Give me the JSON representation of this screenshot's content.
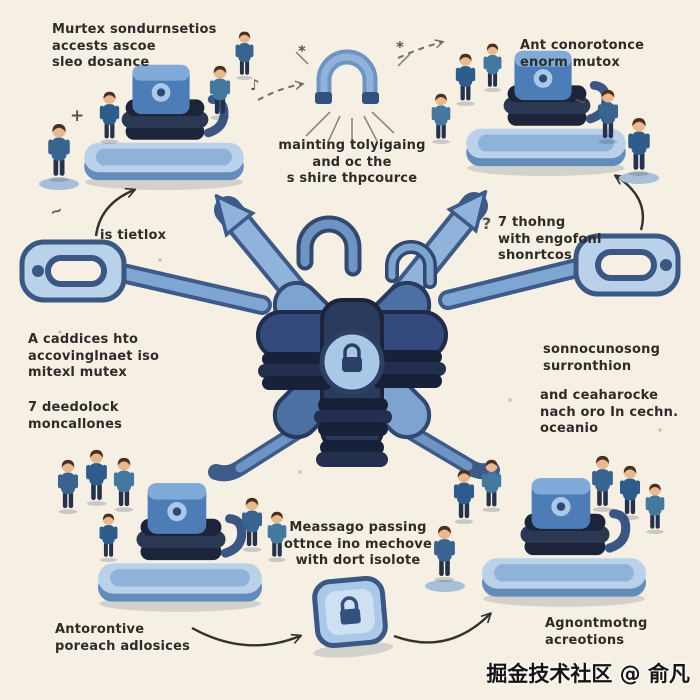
{
  "scene": {
    "description": "Cartoon isometric illustration of mutex / concurrency concepts with a central interlocked knot, four corner lock platforms and groups of people",
    "background": "#f5f0e3"
  },
  "labels": {
    "top_left": "Murtex sondurnsetios\naccests ascoe\nsleo dosance",
    "top_right": "Ant conorotonce\nenorm mutox",
    "center_top": "mainting tolyigaing\nand oc the\ns shire thpcource",
    "left_mid": "is tietlox",
    "right_mid": "7 thohng\nwith engofonl\nshonrtcos",
    "left_a": "A caddices hto\naccovinglnaet iso\nmitexl mutex",
    "left_b": "7 deedolock\nmoncallones",
    "right_a": "sonnocunosong\nsurronthion",
    "right_b": "and ceaharocke\nnach oro In cechn.\noceanio",
    "bottom_center": "Meassago passing\nottnce ino mechove\nwith dort isolote",
    "bottom_left": "Antorontive\nporeach adlosices",
    "bottom_right": "Agnontmotng\nacreotions"
  },
  "watermark": "掘金技术社区 @ 俞凡",
  "doodles": {
    "plus": "+",
    "question": "?",
    "note": "♪",
    "star": "*",
    "tilde": "~"
  },
  "colors": {
    "background": "#f5f0e3",
    "blue_light": "#bad1ea",
    "blue_mid": "#5d8fc6",
    "blue_steel": "#7fa6d2",
    "navy": "#2a3a5c",
    "stack_dark": "#1b2439",
    "ink": "#2e2c28"
  }
}
